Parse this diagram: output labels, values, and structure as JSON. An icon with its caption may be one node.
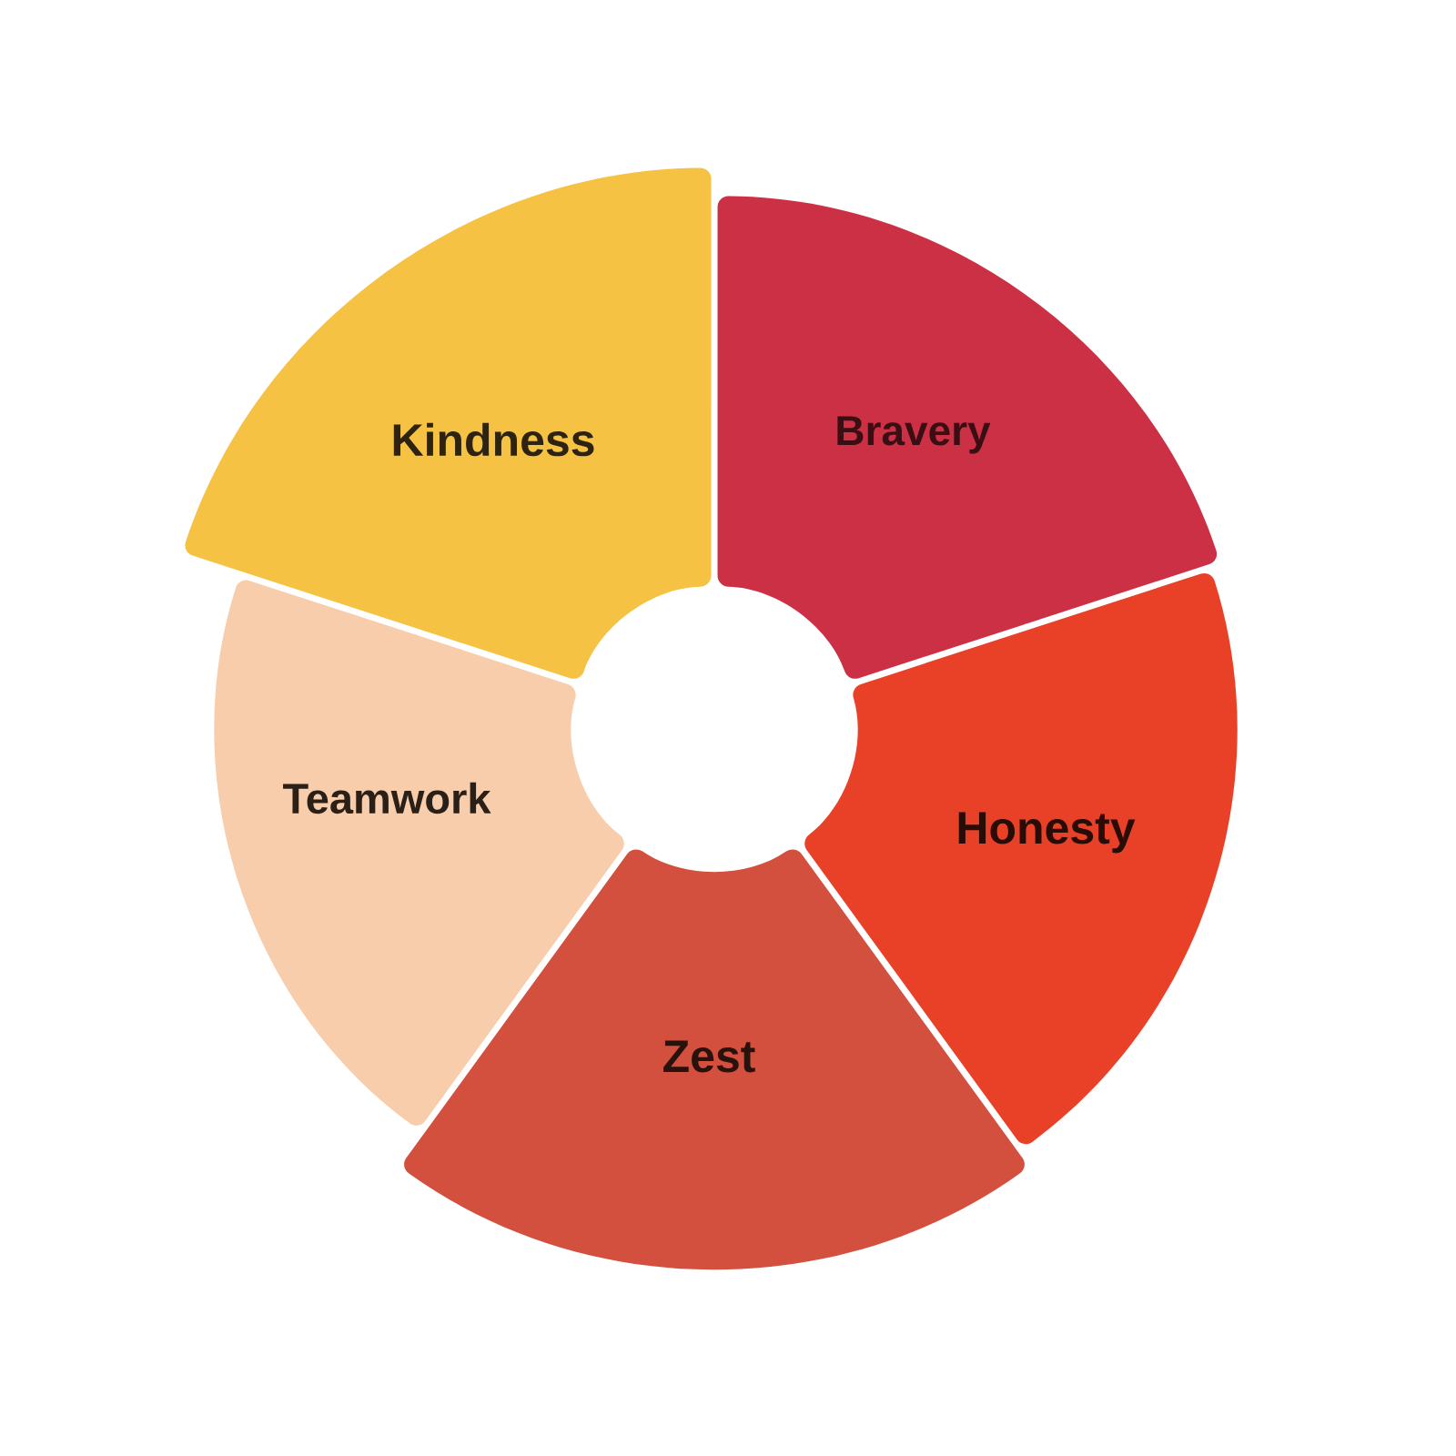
{
  "diagram": {
    "nodes": [
      {
        "text": [
          "Kindness"
        ]
      },
      {
        "text": [
          "Bravery"
        ]
      },
      {
        "text": [
          "Teamwork"
        ]
      },
      {
        "text": [
          "Honesty"
        ]
      },
      {
        "text": [
          "Zest"
        ]
      }
    ]
  }
}
